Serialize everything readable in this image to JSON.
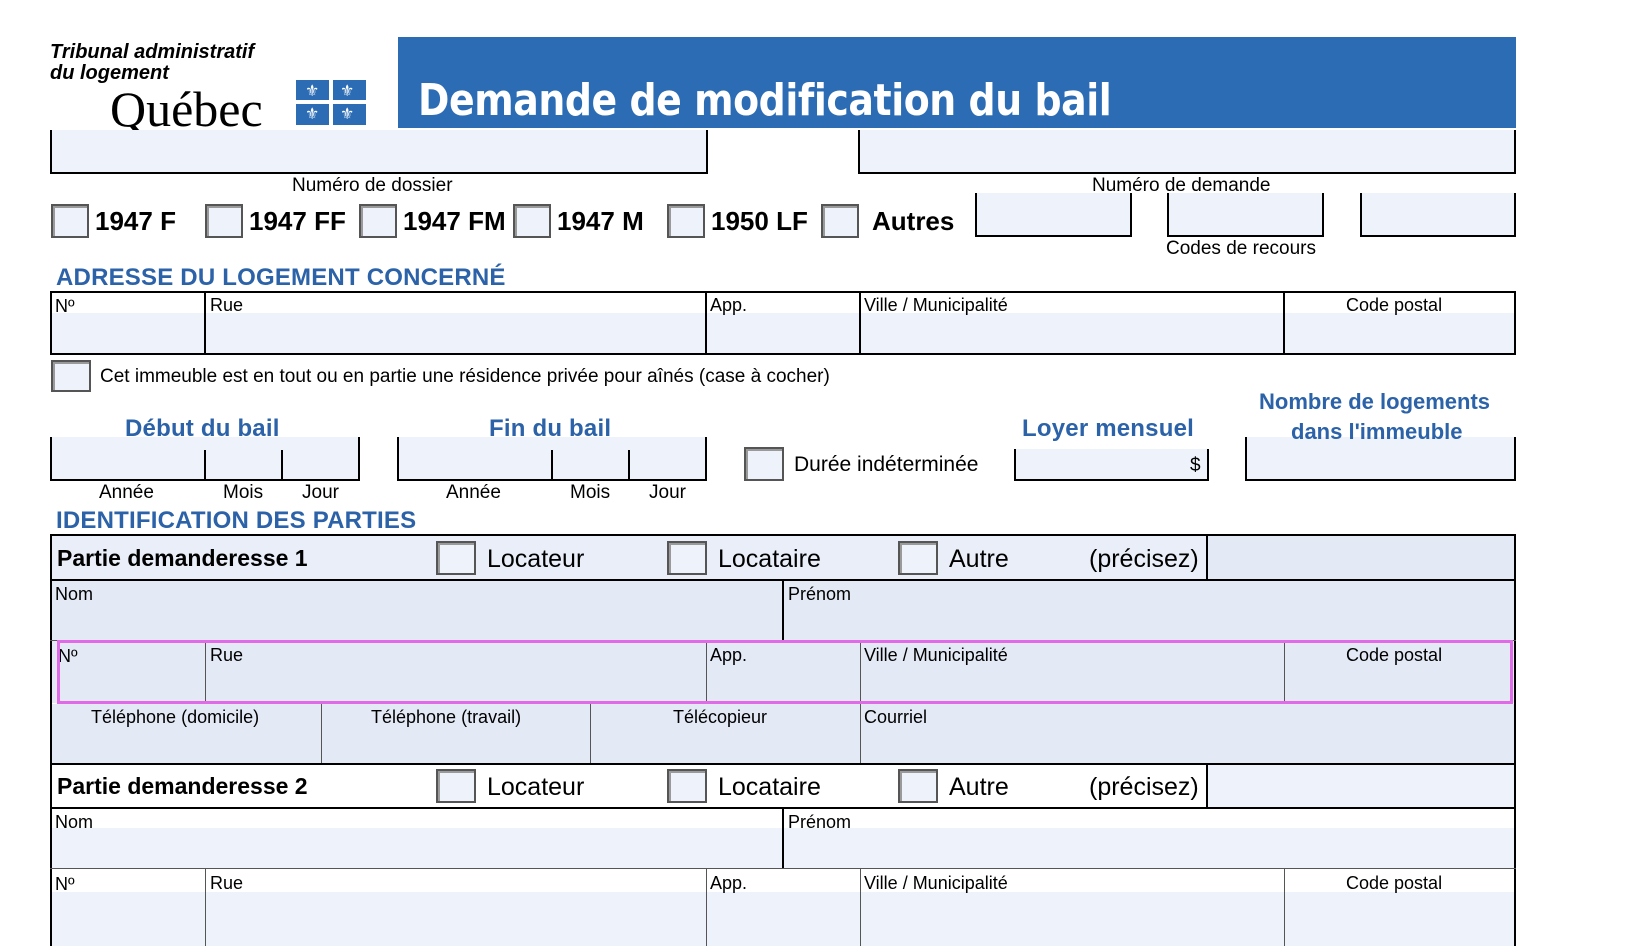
{
  "header": {
    "org_line1": "Tribunal administratif",
    "org_line2": "du logement",
    "logo_text": "Québec",
    "title": "Demande de modification du bail",
    "brand_color": "#2b6cb4"
  },
  "file_numbers": {
    "dossier_label": "Numéro de dossier",
    "demande_label": "Numéro de demande"
  },
  "form_codes": [
    "1947 F",
    "1947 FF",
    "1947 FM",
    "1947 M",
    "1950 LF",
    "Autres"
  ],
  "codes_recours_label": "Codes de recours",
  "address_section": {
    "title": "ADRESSE DU LOGEMENT CONCERNÉ",
    "no": "Nº",
    "rue": "Rue",
    "app": "App.",
    "ville": "Ville / Municipalité",
    "code_postal": "Code postal",
    "rpa_checkbox": "Cet immeuble est en tout ou en partie une résidence privée pour aînés (case à cocher)"
  },
  "lease": {
    "debut": "Début du bail",
    "fin": "Fin du bail",
    "annee": "Année",
    "mois": "Mois",
    "jour": "Jour",
    "duree": "Durée indéterminée",
    "loyer": "Loyer mensuel",
    "dollar": "$",
    "nb_logements_line1": "Nombre de logements",
    "nb_logements_line2": "dans l'immeuble"
  },
  "parties_section": {
    "title": "IDENTIFICATION DES PARTIES",
    "party1": "Partie demanderesse 1",
    "party2": "Partie demanderesse 2",
    "locateur": "Locateur",
    "locataire": "Locataire",
    "autre": "Autre",
    "precisez": "(précisez)",
    "nom": "Nom",
    "prenom": "Prénom",
    "no": "Nº",
    "rue": "Rue",
    "app": "App.",
    "ville": "Ville / Municipalité",
    "code_postal": "Code postal",
    "tel_dom": "Téléphone (domicile)",
    "tel_trav": "Téléphone (travail)",
    "telecopieur": "Télécopieur",
    "courriel": "Courriel"
  }
}
